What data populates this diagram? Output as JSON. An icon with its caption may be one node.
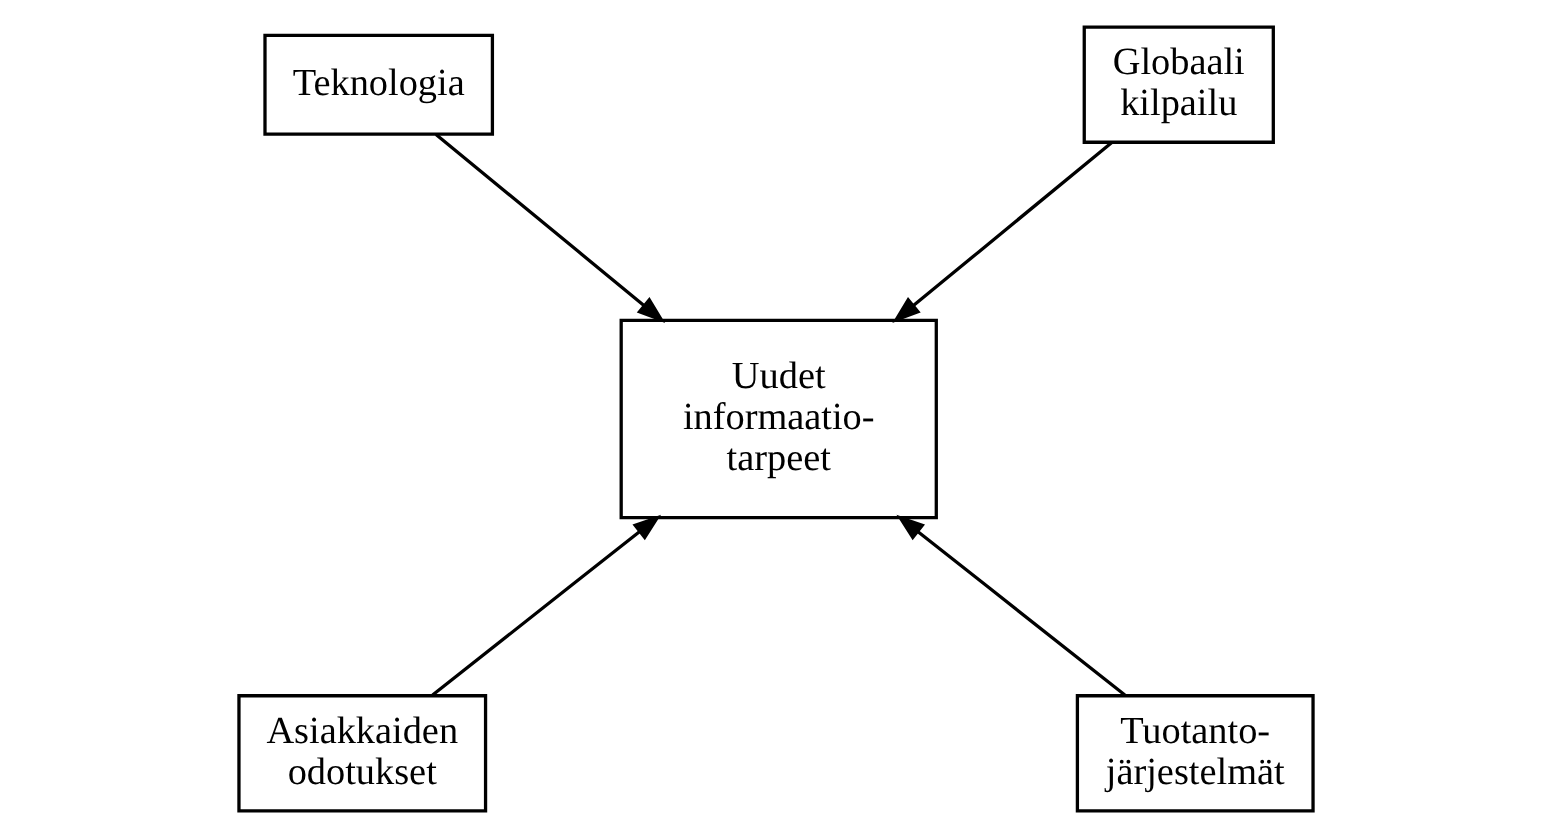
{
  "diagram": {
    "nodes": [
      {
        "text": [
          "Teknologia"
        ]
      },
      {
        "text": [
          "Globaali kilpailu"
        ]
      },
      {
        "text": [
          "Uudet informaatio- tarpeet"
        ]
      },
      {
        "text": [
          "Asiakkaiden odotukset"
        ]
      },
      {
        "text": [
          "Tuotanto- järjestelmät"
        ]
      }
    ],
    "edges": [
      {
        "from": 0,
        "to": 2,
        "arrow": "to"
      },
      {
        "from": 1,
        "to": 2,
        "arrow": "to"
      },
      {
        "from": 3,
        "to": 2,
        "arrow": "to"
      },
      {
        "from": 4,
        "to": 2,
        "arrow": "to"
      }
    ]
  }
}
